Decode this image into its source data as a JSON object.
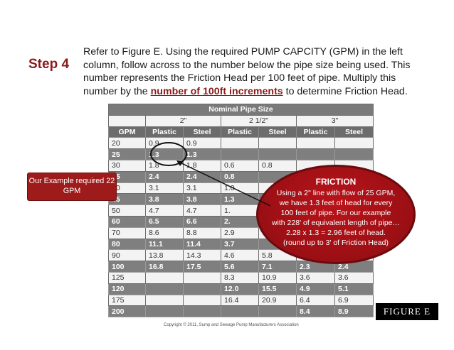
{
  "step": "Step 4",
  "instruction": {
    "before": "Refer to Figure E. Using the required PUMP CAPCITY (GPM) in the left column, follow across to the number below the pipe size being used.  This number represents the Friction Head per 100 feet of pipe.  Multiply this number by the ",
    "highlight": "number of 100ft increments",
    "after": " to determine Friction Head."
  },
  "table": {
    "title": "Nominal Pipe Size",
    "sizes": [
      "2\"",
      "2 1/2\"",
      "3\""
    ],
    "columns": [
      "GPM",
      "Plastic",
      "Steel",
      "Plastic",
      "Steel",
      "Plastic",
      "Steel"
    ],
    "rows": [
      {
        "shade": false,
        "cells": [
          "20",
          "0.9",
          "0.9",
          "",
          "",
          "",
          ""
        ]
      },
      {
        "shade": true,
        "cells": [
          "25",
          "1.3",
          "1.3",
          "",
          "",
          "",
          ""
        ]
      },
      {
        "shade": false,
        "cells": [
          "30",
          "1.8",
          "1.8",
          "0.6",
          "0.8",
          "",
          ""
        ]
      },
      {
        "shade": true,
        "cells": [
          "35",
          "2.4",
          "2.4",
          "0.8",
          "",
          "",
          ""
        ]
      },
      {
        "shade": false,
        "cells": [
          "40",
          "3.1",
          "3.1",
          "1.0",
          "",
          "",
          ""
        ]
      },
      {
        "shade": true,
        "cells": [
          "45",
          "3.8",
          "3.8",
          "1.3",
          "",
          "",
          ""
        ]
      },
      {
        "shade": false,
        "cells": [
          "50",
          "4.7",
          "4.7",
          "1.",
          "",
          "",
          ""
        ]
      },
      {
        "shade": true,
        "cells": [
          "60",
          "6.5",
          "6.6",
          "2.",
          "",
          "",
          ""
        ]
      },
      {
        "shade": false,
        "cells": [
          "70",
          "8.6",
          "8.8",
          "2.9",
          "",
          "",
          ""
        ]
      },
      {
        "shade": true,
        "cells": [
          "80",
          "11.1",
          "11.4",
          "3.7",
          "",
          "",
          ""
        ]
      },
      {
        "shade": false,
        "cells": [
          "90",
          "13.8",
          "14.3",
          "4.6",
          "5.8",
          "",
          ""
        ]
      },
      {
        "shade": true,
        "cells": [
          "100",
          "16.8",
          "17.5",
          "5.6",
          "7.1",
          "2.3",
          "2.4"
        ]
      },
      {
        "shade": false,
        "cells": [
          "125",
          "",
          "",
          "8.3",
          "10.9",
          "3.6",
          "3.6"
        ]
      },
      {
        "shade": true,
        "cells": [
          "120",
          "",
          "",
          "12.0",
          "15.5",
          "4.9",
          "5.1"
        ]
      },
      {
        "shade": false,
        "cells": [
          "175",
          "",
          "",
          "16.4",
          "20.9",
          "6.4",
          "6.9"
        ]
      },
      {
        "shade": true,
        "cells": [
          "200",
          "",
          "",
          "",
          "",
          "8.4",
          "8.9"
        ]
      }
    ]
  },
  "example_label": "Our Example required 22 GPM",
  "friction": {
    "title": "FRICTION",
    "lines": [
      "Using a 2\" line with flow of 25 GPM,",
      "we have 1.3 feet of head for every",
      "100 feet of pipe.  For our example",
      "with 228' of equivalent length of pipe…",
      "2.28 x 1.3 = 2.96 feet of head.",
      "(round up to 3' of Friction Head)"
    ]
  },
  "figure_label": "FIGURE E",
  "copyright": "Copyright © 2011, Sump and Sewage Pump Manufacturers Association",
  "colors": {
    "accent": "#8b1a1a",
    "callout": "#9e1b1b",
    "header": "#6c6c6c",
    "shaded_row": "#7f7f7f"
  }
}
